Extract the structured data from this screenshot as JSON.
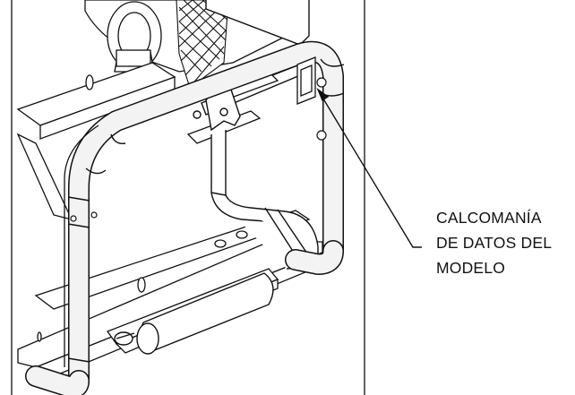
{
  "callout": {
    "lines": [
      "CALCOMANÍA",
      "DE DATOS DEL",
      "MODELO"
    ]
  },
  "colors": {
    "line": "#111111",
    "tube_fill": "#f3f3f3",
    "background": "#ffffff"
  }
}
